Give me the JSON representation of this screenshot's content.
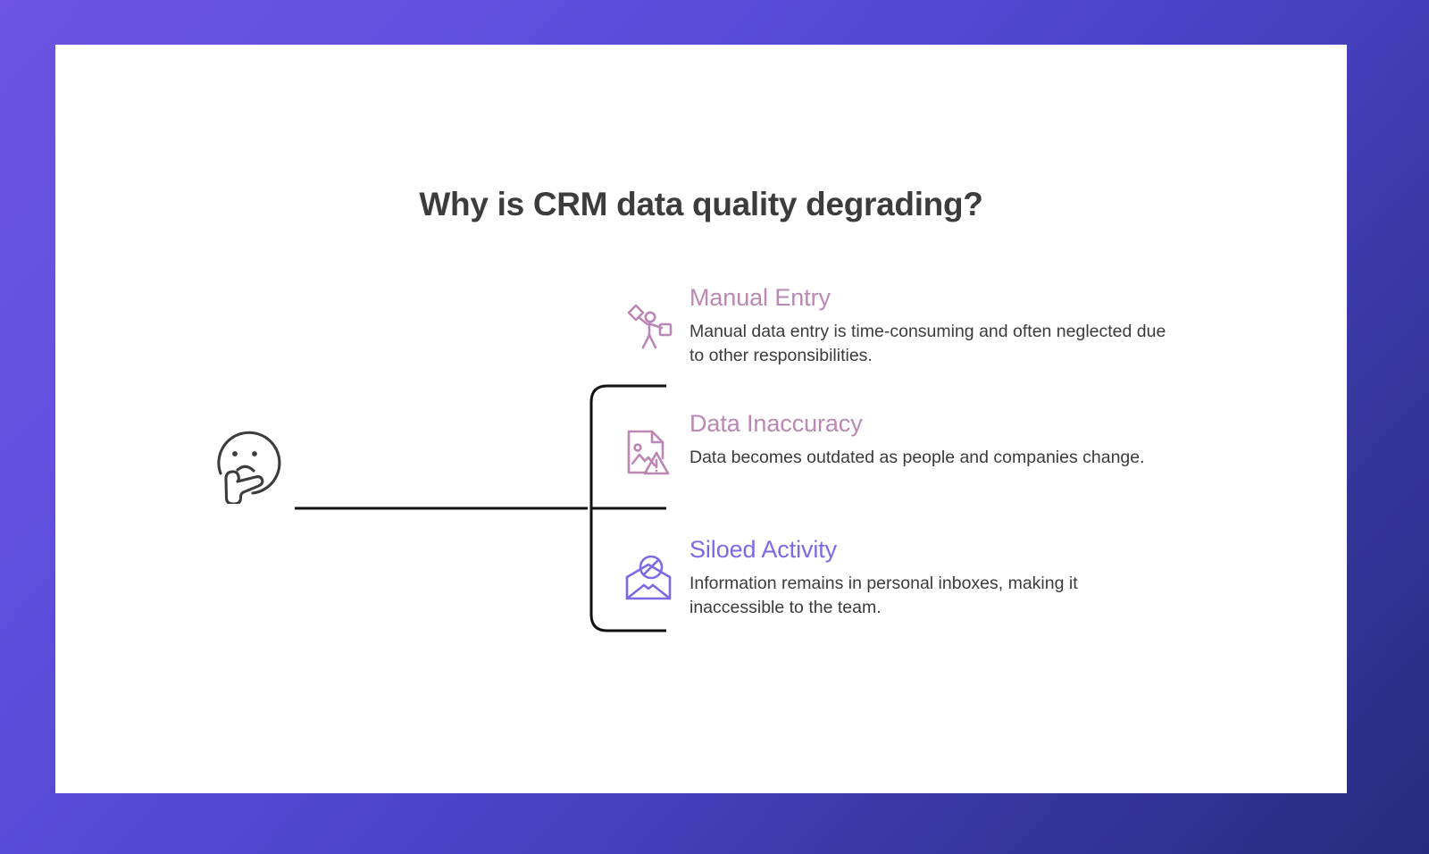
{
  "background": {
    "gradient_from": "#6d54e3",
    "gradient_to": "#262b7e"
  },
  "slide": {
    "background_color": "#ffffff",
    "title": "Why is CRM data quality degrading?",
    "title_color": "#3c3c3c"
  },
  "diagram": {
    "type": "mind-map-bracket",
    "root": {
      "icon": "thinking-face-icon",
      "icon_color": "#3c3c3c"
    },
    "connector_color": "#111111",
    "branches": [
      {
        "icon": "person-manual-entry-icon",
        "heading": "Manual Entry",
        "heading_color": "#bb87b5",
        "description": "Manual data entry is time-consuming and often neglected due to other responsibilities."
      },
      {
        "icon": "document-image-warning-icon",
        "heading": "Data Inaccuracy",
        "heading_color": "#bb87b5",
        "description": "Data becomes outdated as people and companies change."
      },
      {
        "icon": "blocked-envelope-icon",
        "heading": "Siloed Activity",
        "heading_color": "#7a6ae6",
        "description": "Information remains in personal inboxes, making it inaccessible to the team."
      }
    ]
  }
}
